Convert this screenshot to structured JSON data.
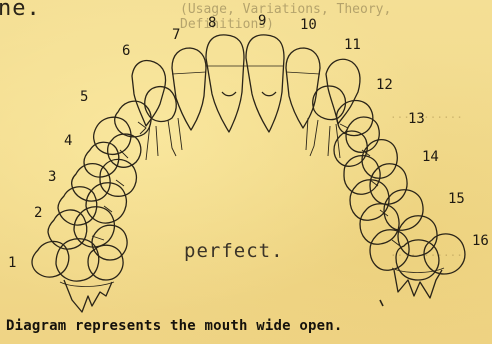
{
  "document": {
    "top_fragment": "ne.",
    "faint_header": "(Usage, Variations, Theory, Definitions)",
    "center_word": "perfect.",
    "caption": "Diagram represents the mouth wide open.",
    "tooth_numbers": [
      "1",
      "2",
      "3",
      "4",
      "5",
      "6",
      "7",
      "8",
      "9",
      "10",
      "11",
      "12",
      "13",
      "14",
      "15",
      "16"
    ]
  }
}
